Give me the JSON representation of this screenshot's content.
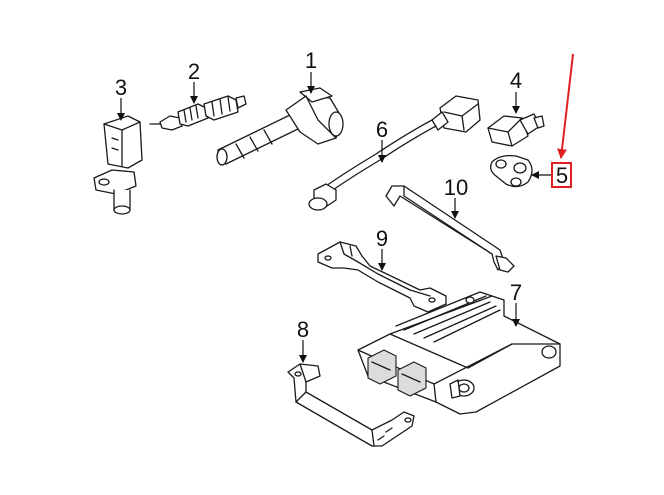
{
  "diagram": {
    "callouts": {
      "c1": "1",
      "c2": "2",
      "c3": "3",
      "c4": "4",
      "c5": "5",
      "c6": "6",
      "c7": "7",
      "c8": "8",
      "c9": "9",
      "c10": "10"
    },
    "highlight_color": "#e02020",
    "line_color": "#1a1a1a"
  }
}
